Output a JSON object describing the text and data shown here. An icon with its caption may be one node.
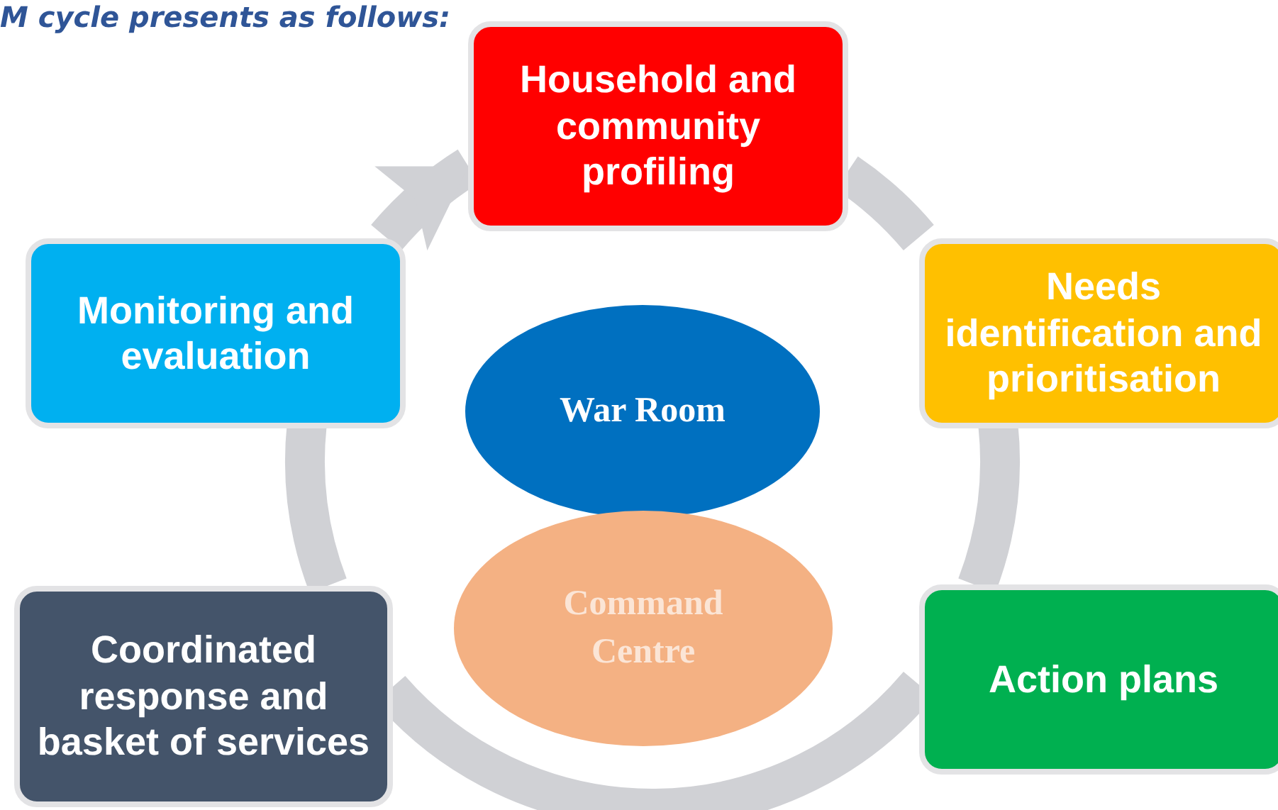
{
  "diagram": {
    "nodes": [
      {
        "text": [
          "Household and community profiling"
        ]
      },
      {
        "text": [
          "Needs identification and prioritisation"
        ]
      },
      {
        "text": [
          "Action plans"
        ]
      },
      {
        "text": [
          "Coordinated response and basket of services"
        ]
      },
      {
        "text": [
          "Monitoring and evaluation"
        ]
      },
      {
        "text": [
          "War Room"
        ]
      },
      {
        "text": [
          "Command Centre"
        ]
      }
    ],
    "edges": [
      {
        "from": 0,
        "to": 1,
        "arrow": "none"
      },
      {
        "from": 1,
        "to": 2,
        "arrow": "none"
      },
      {
        "from": 2,
        "to": 3,
        "arrow": "none"
      },
      {
        "from": 3,
        "to": 4,
        "arrow": "none"
      },
      {
        "from": 4,
        "to": 0,
        "arrow": "to"
      }
    ],
    "labels": [
      "M cycle presents as follows:"
    ]
  }
}
